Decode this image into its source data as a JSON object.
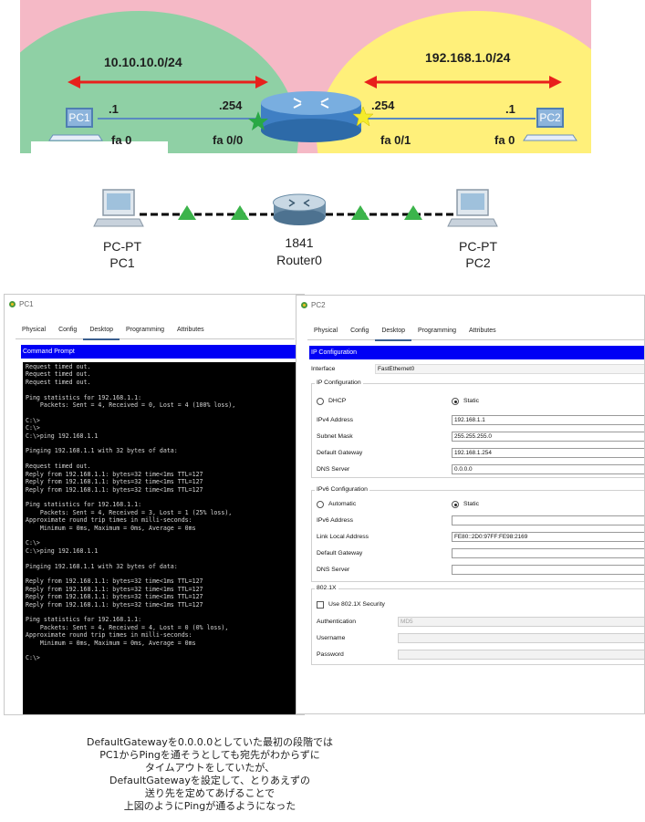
{
  "top_diagram": {
    "left_network": "10.10.10.0/24",
    "right_network": "192.168.1.0/24",
    "pc1": {
      "label": "PC1",
      "host": ".1",
      "port": "fa 0"
    },
    "router_left": {
      "host": ".254",
      "port": "fa 0/0"
    },
    "router_right": {
      "host": ".254",
      "port": "fa 0/1"
    },
    "pc2": {
      "label": "PC2",
      "host": ".1",
      "port": "fa 0"
    },
    "colors": {
      "left_zone": "#8fd0a5",
      "right_zone": "#fff07a",
      "arrow": "#e8201c",
      "link": "#5a8ac0"
    }
  },
  "pt_diagram": {
    "pc1": {
      "type": "PC-PT",
      "name": "PC1"
    },
    "router": {
      "type": "1841",
      "name": "Router0"
    },
    "pc2": {
      "type": "PC-PT",
      "name": "PC2"
    },
    "link_color": "#000000",
    "triangle_color": "#3cb44b"
  },
  "pc1_window": {
    "title": "PC1",
    "tabs": [
      "Physical",
      "Config",
      "Desktop",
      "Programming",
      "Attributes"
    ],
    "active_tab": "Desktop",
    "panel_title": "Command Prompt",
    "console_lines": [
      "Request timed out.",
      "Request timed out.",
      "Request timed out.",
      "",
      "Ping statistics for 192.168.1.1:",
      "    Packets: Sent = 4, Received = 0, Lost = 4 (100% loss),",
      "",
      "C:\\>",
      "C:\\>",
      "C:\\>ping 192.168.1.1",
      "",
      "Pinging 192.168.1.1 with 32 bytes of data:",
      "",
      "Request timed out.",
      "Reply from 192.168.1.1: bytes=32 time<1ms TTL=127",
      "Reply from 192.168.1.1: bytes=32 time<1ms TTL=127",
      "Reply from 192.168.1.1: bytes=32 time<1ms TTL=127",
      "",
      "Ping statistics for 192.168.1.1:",
      "    Packets: Sent = 4, Received = 3, Lost = 1 (25% loss),",
      "Approximate round trip times in milli-seconds:",
      "    Minimum = 0ms, Maximum = 0ms, Average = 0ms",
      "",
      "C:\\>",
      "C:\\>ping 192.168.1.1",
      "",
      "Pinging 192.168.1.1 with 32 bytes of data:",
      "",
      "Reply from 192.168.1.1: bytes=32 time<1ms TTL=127",
      "Reply from 192.168.1.1: bytes=32 time<1ms TTL=127",
      "Reply from 192.168.1.1: bytes=32 time<1ms TTL=127",
      "Reply from 192.168.1.1: bytes=32 time<1ms TTL=127",
      "",
      "Ping statistics for 192.168.1.1:",
      "    Packets: Sent = 4, Received = 4, Lost = 0 (0% loss),",
      "Approximate round trip times in milli-seconds:",
      "    Minimum = 0ms, Maximum = 0ms, Average = 0ms",
      "",
      "C:\\>"
    ]
  },
  "pc2_window": {
    "title": "PC2",
    "tabs": [
      "Physical",
      "Config",
      "Desktop",
      "Programming",
      "Attributes"
    ],
    "active_tab": "Desktop",
    "panel_title": "IP Configuration",
    "interface_label": "Interface",
    "interface_value": "FastEthernet0",
    "ipv4": {
      "section": "IP Configuration",
      "dhcp_label": "DHCP",
      "static_label": "Static",
      "selected": "Static",
      "fields": [
        {
          "label": "IPv4 Address",
          "value": "192.168.1.1"
        },
        {
          "label": "Subnet Mask",
          "value": "255.255.255.0"
        },
        {
          "label": "Default Gateway",
          "value": "192.168.1.254"
        },
        {
          "label": "DNS Server",
          "value": "0.0.0.0"
        }
      ]
    },
    "ipv6": {
      "section": "IPv6 Configuration",
      "auto_label": "Automatic",
      "static_label": "Static",
      "selected": "Static",
      "fields": [
        {
          "label": "IPv6 Address",
          "value": ""
        },
        {
          "label": "Link Local Address",
          "value": "FE80::2D0:97FF:FE98:2169"
        },
        {
          "label": "Default Gateway",
          "value": ""
        },
        {
          "label": "DNS Server",
          "value": ""
        }
      ]
    },
    "dot1x": {
      "section": "802.1X",
      "use_label": "Use 802.1X Security",
      "checked": false,
      "auth_label": "Authentication",
      "auth_value": "MD5",
      "username_label": "Username",
      "username_value": "",
      "password_label": "Password",
      "password_value": ""
    }
  },
  "caption_lines": [
    "DefaultGatewayを0.0.0.0としていた最初の段階では",
    "PC1からPingを通そうとしても宛先がわからずに",
    "タイムアウトをしていたが、",
    "DefaultGatewayを設定して、とりあえずの",
    "送り先を定めてあげることで",
    "上図のようにPingが通るようになった"
  ]
}
